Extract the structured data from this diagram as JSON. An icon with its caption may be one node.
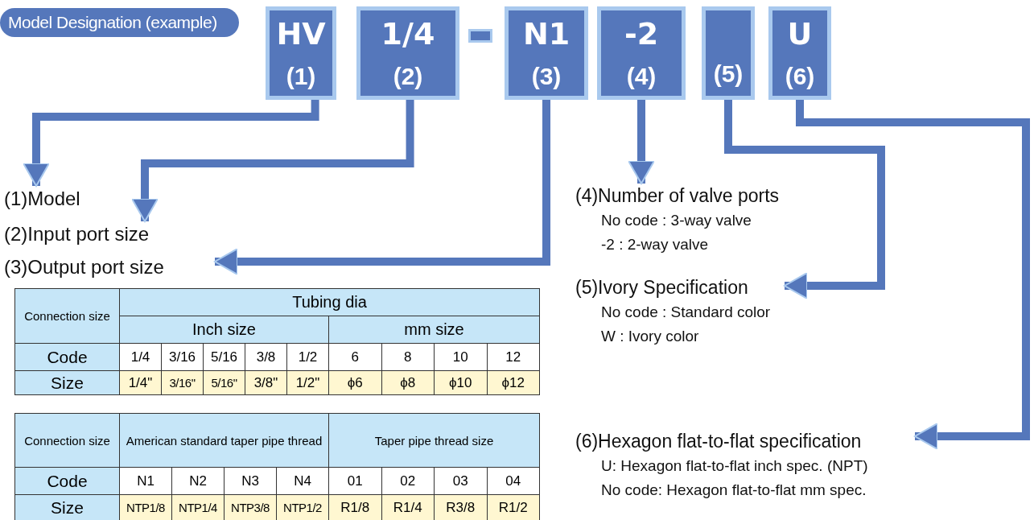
{
  "diagram": {
    "nodes": [
      {
        "text": [
          "Model Designation (example)"
        ]
      },
      {
        "text": [
          "HV",
          "(1)"
        ]
      },
      {
        "text": [
          "1/4",
          "(2)"
        ]
      },
      {
        "text": [],
        "shape": "box"
      },
      {
        "text": [
          "N1",
          "(3)"
        ]
      },
      {
        "text": [
          "-2",
          "(4)"
        ]
      },
      {
        "text": [
          "(5)"
        ]
      },
      {
        "text": [
          "U",
          "(6)"
        ]
      },
      {
        "text": [
          "(1)Model"
        ]
      },
      {
        "text": [
          "(2)Input port size"
        ]
      },
      {
        "text": [
          "(3)Output port size"
        ]
      },
      {
        "text": [
          "(4)Number of valve ports",
          "No code : 3-way valve",
          "-2 : 2-way valve"
        ]
      },
      {
        "text": [
          "(5)Ivory Specification",
          "No code : Standard color",
          "W : Ivory color"
        ]
      },
      {
        "text": [
          "(6)Hexagon flat-to-flat specification",
          "U: Hexagon flat-to-flat inch spec. (NPT)",
          "No code: Hexagon flat-to-flat mm spec."
        ]
      }
    ],
    "edges": [
      {
        "from": 1,
        "to": 8,
        "arrow": "to"
      },
      {
        "from": 2,
        "to": 9,
        "arrow": "to"
      },
      {
        "from": 4,
        "to": 10,
        "arrow": "to"
      },
      {
        "from": 5,
        "to": 11,
        "arrow": "to"
      },
      {
        "from": 6,
        "to": 12,
        "arrow": "to"
      },
      {
        "from": 7,
        "to": 13,
        "arrow": "to"
      }
    ],
    "labels": [
      "Connection size",
      "Tubing dia",
      "Inch size",
      "mm size",
      "Code",
      "1/4",
      "3/16",
      "5/16",
      "3/8",
      "1/2",
      "6",
      "8",
      "10",
      "12",
      "Size",
      "1/4\"",
      "3/16\"",
      "5/16\"",
      "3/8\"",
      "1/2\"",
      "ϕ6",
      "ϕ8",
      "ϕ10",
      "ϕ12",
      "Connection size",
      "American standard taper pipe thread",
      "Taper pipe thread size",
      "Code",
      "N1",
      "N2",
      "N3",
      "N4",
      "01",
      "02",
      "03",
      "04",
      "Size",
      "NTP1/8",
      "NTP1/4",
      "NTP3/8",
      "NTP1/2",
      "R1/8",
      "R1/4",
      "R3/8",
      "R1/2"
    ]
  }
}
